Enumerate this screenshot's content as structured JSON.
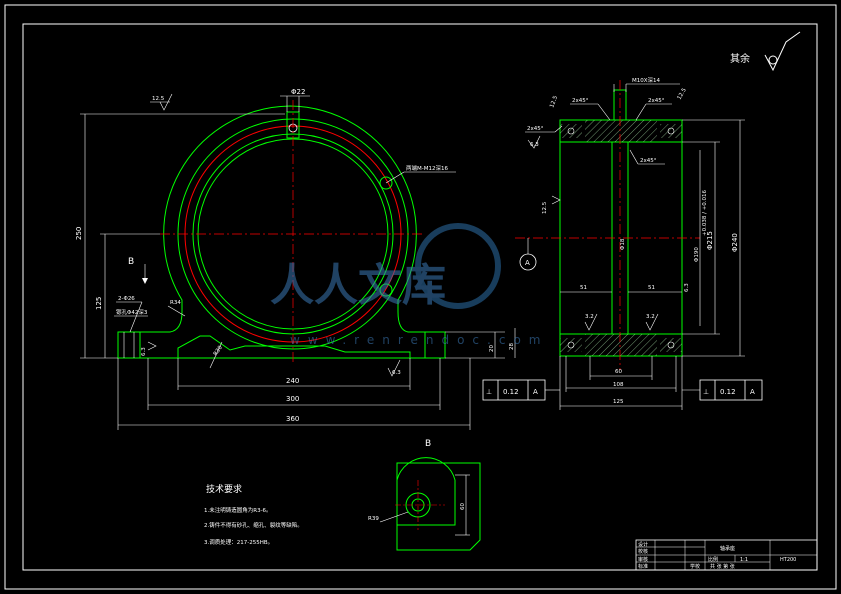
{
  "corner_roughness": {
    "label": "其余"
  },
  "front_view": {
    "dims": {
      "top_hole": "Φ22",
      "roughness_top": "12.5",
      "thread_note": "两端M-M12深16",
      "overall_height": "250",
      "center_height": "125",
      "two_holes": "2-Φ26",
      "counterbore": "锪孔Φ42深3",
      "r_corner": "R34",
      "r_rib": "R30",
      "width_240": "240",
      "width_300": "300",
      "width_360": "360",
      "height_20": "20",
      "height_28": "28",
      "roughness_left": "6.3",
      "roughness_bottom": "6.3"
    },
    "view_label": "B"
  },
  "side_view": {
    "dims": {
      "thread_top": "M10X深14",
      "chamfer_1": "2x45°",
      "chamfer_2": "2x45°",
      "chamfer_3": "2x45°",
      "chamfer_4": "2x45°",
      "r_12_5": "12.5",
      "r_6_3": "6.3",
      "r_12_5b": "12.5",
      "seg_51a": "51",
      "seg_51b": "51",
      "r_3_2a": "3.2",
      "r_3_2b": "3.2",
      "dim_60": "60",
      "dim_108": "108",
      "dim_125": "125",
      "dia_240": "Φ240",
      "dia_215": "Φ215",
      "dia_bore": "Φ190",
      "dia_bore_tol": "+0.038 / +0.016",
      "dia_inner": "Φ18",
      "r_6_3b": "6.3",
      "datum": "A"
    },
    "tol_left": {
      "symbol": "⊥",
      "value": "0.12",
      "datum": "A"
    },
    "tol_right": {
      "symbol": "⊥",
      "value": "0.12",
      "datum": "A"
    }
  },
  "detail_b": {
    "label": "B",
    "r39": "R39",
    "dim60": "60"
  },
  "tech_requirements": {
    "title": "技术要求",
    "items": [
      "1.未注明铸造圆角为R3-6。",
      "2.铸件不得有砂孔、缩孔、裂纹等缺陷。",
      "3.调质处理：217-255HB。"
    ]
  },
  "watermark": {
    "main": "人人文库",
    "sub": "www.renrendoc.com"
  },
  "title_block": {
    "rows": [
      "设计",
      "校核",
      "审核",
      "标准"
    ],
    "part": "轴承座",
    "scale_label": "比例",
    "scale": "1:1",
    "material": "HT200",
    "sheet": "共 张 第 张",
    "school": "学校"
  }
}
